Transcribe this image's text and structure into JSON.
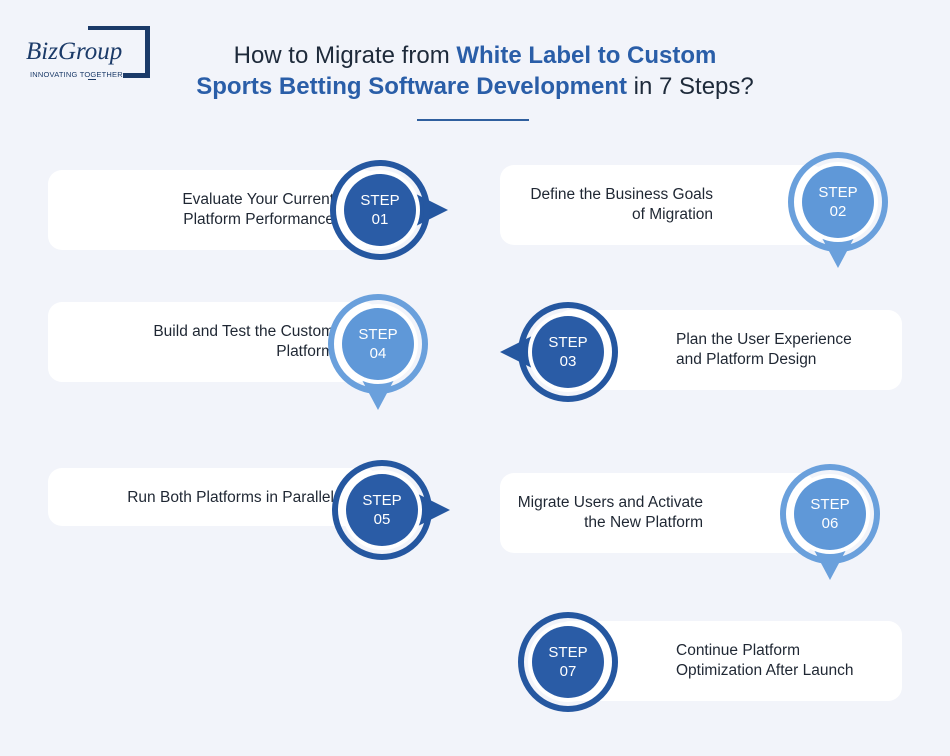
{
  "logo": {
    "brand": "BizGroup",
    "tagline": "INNOVATING TOGETHER"
  },
  "title": {
    "part1": "How to Migrate from ",
    "highlight1": "White Label to Custom",
    "highlight2": "Sports Betting Software Development",
    "part2": " in 7 Steps?"
  },
  "steps": [
    {
      "word": "STEP",
      "num": "01",
      "text": "Evaluate Your Current\nPlatform Performance"
    },
    {
      "word": "STEP",
      "num": "02",
      "text": "Define the Business Goals\nof Migration"
    },
    {
      "word": "STEP",
      "num": "03",
      "text": "Plan the User Experience\nand Platform Design"
    },
    {
      "word": "STEP",
      "num": "04",
      "text": "Build and Test the Custom\nPlatform"
    },
    {
      "word": "STEP",
      "num": "05",
      "text": "Run Both Platforms in Parallel"
    },
    {
      "word": "STEP",
      "num": "06",
      "text": "Migrate Users and Activate\nthe New Platform"
    },
    {
      "word": "STEP",
      "num": "07",
      "text": "Continue Platform\nOptimization After Launch"
    }
  ],
  "colors": {
    "dark_blue": "#2a5ca6",
    "light_blue": "#5f98d8",
    "ring_dark": "#2557a0",
    "ring_light": "#6aa0dc"
  }
}
